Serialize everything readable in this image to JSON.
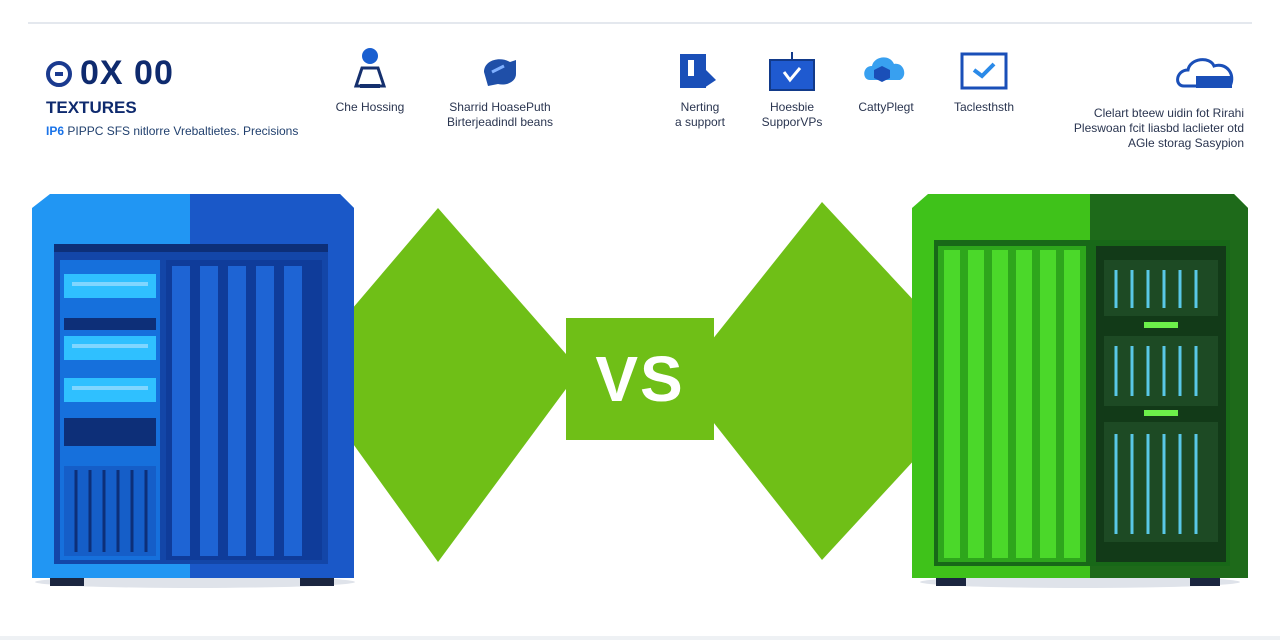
{
  "header": {
    "logo_text": "0X 00",
    "subtitle": "TEXTURES",
    "tagline_accent": "IP6",
    "tagline_rest": "PIPPC SFS nitlorre Vrebaltietes. Precisions"
  },
  "features": [
    {
      "icon": "cloud-hosting-person-icon",
      "line1": "Che Hossing",
      "line2": ""
    },
    {
      "icon": "shared-hosting-icon",
      "line1": "Sharrid HoasePuth",
      "line2": "Birterjeadindl beans"
    },
    {
      "icon": "networking-document-icon",
      "line1": "Nerting",
      "line2": "a support"
    },
    {
      "icon": "vps-box-icon",
      "line1": "Hoesbie",
      "line2": "SupporVPs"
    },
    {
      "icon": "cloud-security-icon",
      "line1": "CattyPlegt",
      "line2": ""
    },
    {
      "icon": "monitor-check-icon",
      "line1": "Taclesthsth",
      "line2": ""
    }
  ],
  "feature_right": {
    "icon": "cloud-storage-icon",
    "line1": "Clelart bteew uidin fot Rirahi",
    "line2": "Pleswoan fcit liasbd laclieter otd",
    "line3": "AGle storag Sasypion"
  },
  "comparison": {
    "vs_label": "VS",
    "left_color": "#1f6fe0",
    "right_color": "#2aa820",
    "accent_green": "#6fbf17"
  }
}
